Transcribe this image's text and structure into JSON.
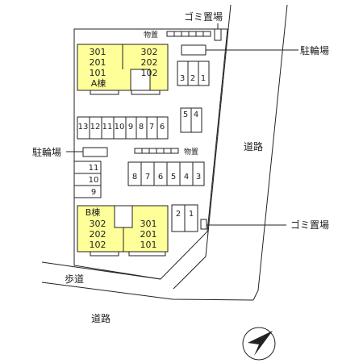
{
  "labels": {
    "garbage_top": "ゴミ置場",
    "storage_top": "物置",
    "bicycle_right": "駐輪場",
    "road_right": "道路",
    "bicycle_left": "駐輪場",
    "storage_mid": "物置",
    "garbage_right": "ゴミ置場",
    "sidewalk": "歩道",
    "road_bottom": "道路"
  },
  "building_a": {
    "name": "A棟",
    "left_units": [
      "301",
      "201",
      "101"
    ],
    "right_units": [
      "302",
      "202",
      "102"
    ]
  },
  "building_b": {
    "name": "B棟",
    "left_units": [
      "302",
      "202",
      "102"
    ],
    "right_units": [
      "301",
      "201",
      "101"
    ]
  },
  "parking": {
    "top_right": [
      "3",
      "2",
      "1"
    ],
    "pair_right": [
      "5",
      "4"
    ],
    "upper_row": [
      "13",
      "12",
      "11",
      "10",
      "9",
      "8",
      "7",
      "6"
    ],
    "left_column": [
      "11",
      "10",
      "9"
    ],
    "lower_row": [
      "8",
      "7",
      "6",
      "5",
      "4",
      "3"
    ],
    "bottom_right": [
      "2",
      "1"
    ]
  },
  "colors": {
    "building": "#ffff99",
    "line": "#222222",
    "background": "#ffffff"
  },
  "compass": "north-arrow-icon"
}
